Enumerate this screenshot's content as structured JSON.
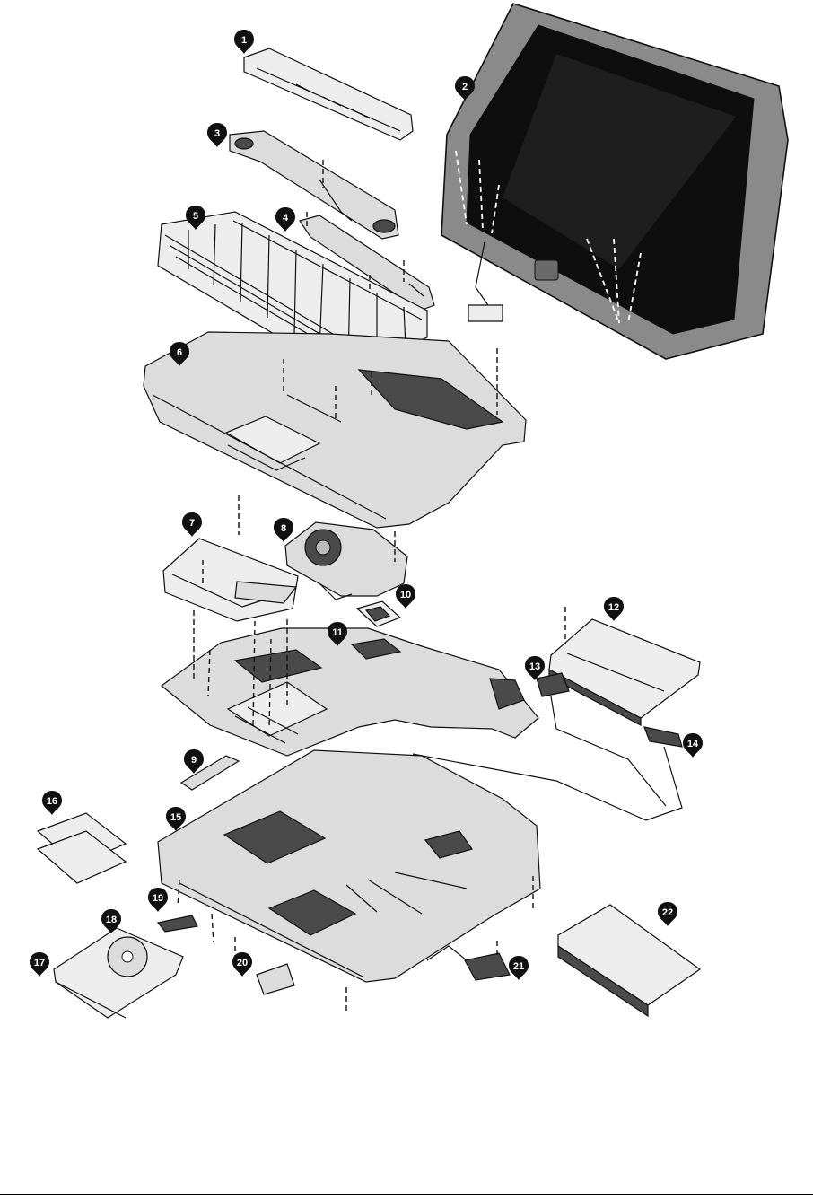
{
  "diagram": {
    "callouts": [
      {
        "id": "c1",
        "label": "1"
      },
      {
        "id": "c2",
        "label": "2"
      },
      {
        "id": "c3",
        "label": "3"
      },
      {
        "id": "c4",
        "label": "4"
      },
      {
        "id": "c5",
        "label": "5"
      },
      {
        "id": "c6",
        "label": "6"
      },
      {
        "id": "c7",
        "label": "7"
      },
      {
        "id": "c8",
        "label": "8"
      },
      {
        "id": "c9",
        "label": "9"
      },
      {
        "id": "c10",
        "label": "10"
      },
      {
        "id": "c11",
        "label": "11"
      },
      {
        "id": "c12",
        "label": "12"
      },
      {
        "id": "c13",
        "label": "13"
      },
      {
        "id": "c14",
        "label": "14"
      },
      {
        "id": "c15",
        "label": "15"
      },
      {
        "id": "c16",
        "label": "16"
      },
      {
        "id": "c17",
        "label": "17"
      },
      {
        "id": "c18",
        "label": "18"
      },
      {
        "id": "c19",
        "label": "19"
      },
      {
        "id": "c20",
        "label": "20"
      },
      {
        "id": "c21",
        "label": "21"
      },
      {
        "id": "c22",
        "label": "22"
      }
    ],
    "colors": {
      "callout_fill": "#111111",
      "callout_text": "#ffffff",
      "line": "#111111",
      "screen": "#0e0e0e"
    }
  }
}
